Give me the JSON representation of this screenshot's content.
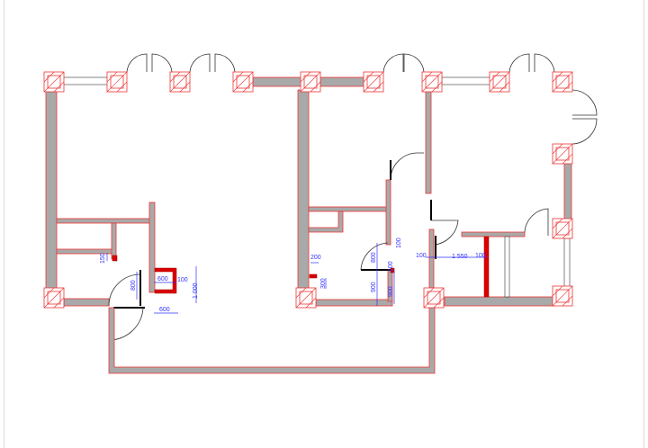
{
  "drawing": {
    "title": "Floor plan",
    "colors": {
      "wall": "#a9a9a9",
      "outline": "#ee3333",
      "dimension": "#3333ff",
      "highlight": "#dd0000"
    },
    "dimensions": {
      "d150": "150",
      "d800a": "800",
      "d600a": "600",
      "d100a": "100",
      "d1000": "1 000",
      "d600b": "600",
      "d200": "200",
      "d300": "300",
      "d800b": "800",
      "d900a": "900",
      "d100b": "100",
      "d100c": "100",
      "d900b": "900",
      "d100d": "100",
      "d1550": "1 550",
      "d100e": "100"
    }
  }
}
